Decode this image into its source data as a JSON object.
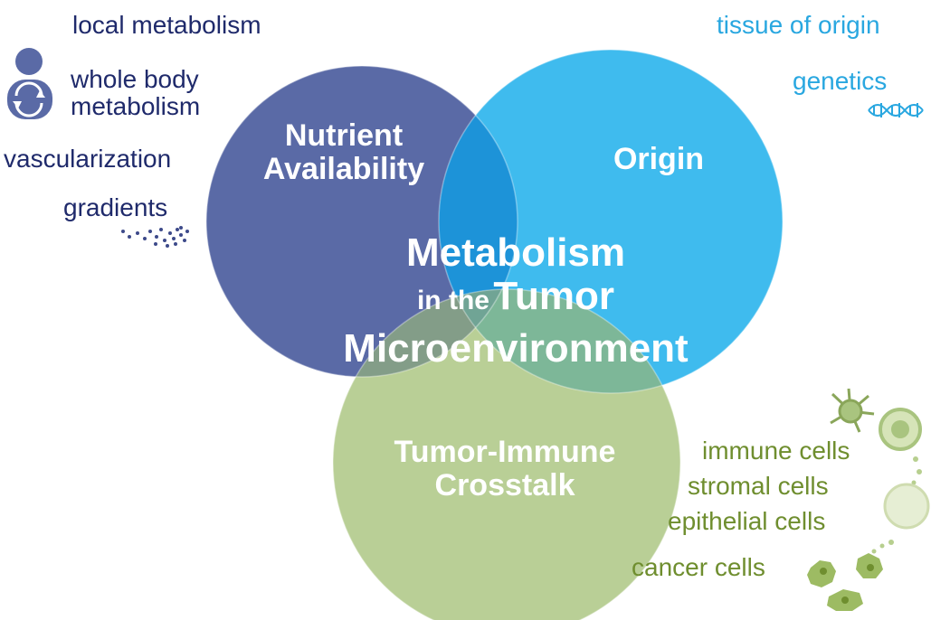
{
  "diagram": {
    "center_title": {
      "line1": "Metabolism",
      "line2_prefix": "in the",
      "line2_main": "Tumor",
      "line3": "Microenvironment"
    },
    "circles": {
      "nutrient": {
        "title_line1": "Nutrient",
        "title_line2": "Availability",
        "color": "#5a6aa6"
      },
      "origin": {
        "title": "Origin",
        "color": "#3fbbee"
      },
      "crosstalk": {
        "title_line1": "Tumor-Immune",
        "title_line2": "Crosstalk",
        "color": "#a9c47f"
      }
    },
    "nutrient_factors": [
      "local metabolism",
      "whole body",
      "metabolism",
      "vascularization",
      "gradients"
    ],
    "origin_factors": [
      "tissue of origin",
      "genetics"
    ],
    "cell_types": [
      "immune cells",
      "stromal cells",
      "epithelial cells",
      "cancer cells"
    ],
    "colors": {
      "navy_text": "#1f2a6b",
      "blue_text": "#29a7e0",
      "green_text": "#6f8e2f"
    },
    "icons": [
      "person-cycle-icon",
      "particles-icon",
      "dna-helix-icon",
      "immune-cell-icon",
      "round-cell-icon",
      "pale-cell-icon",
      "cancer-cell-icon"
    ]
  }
}
